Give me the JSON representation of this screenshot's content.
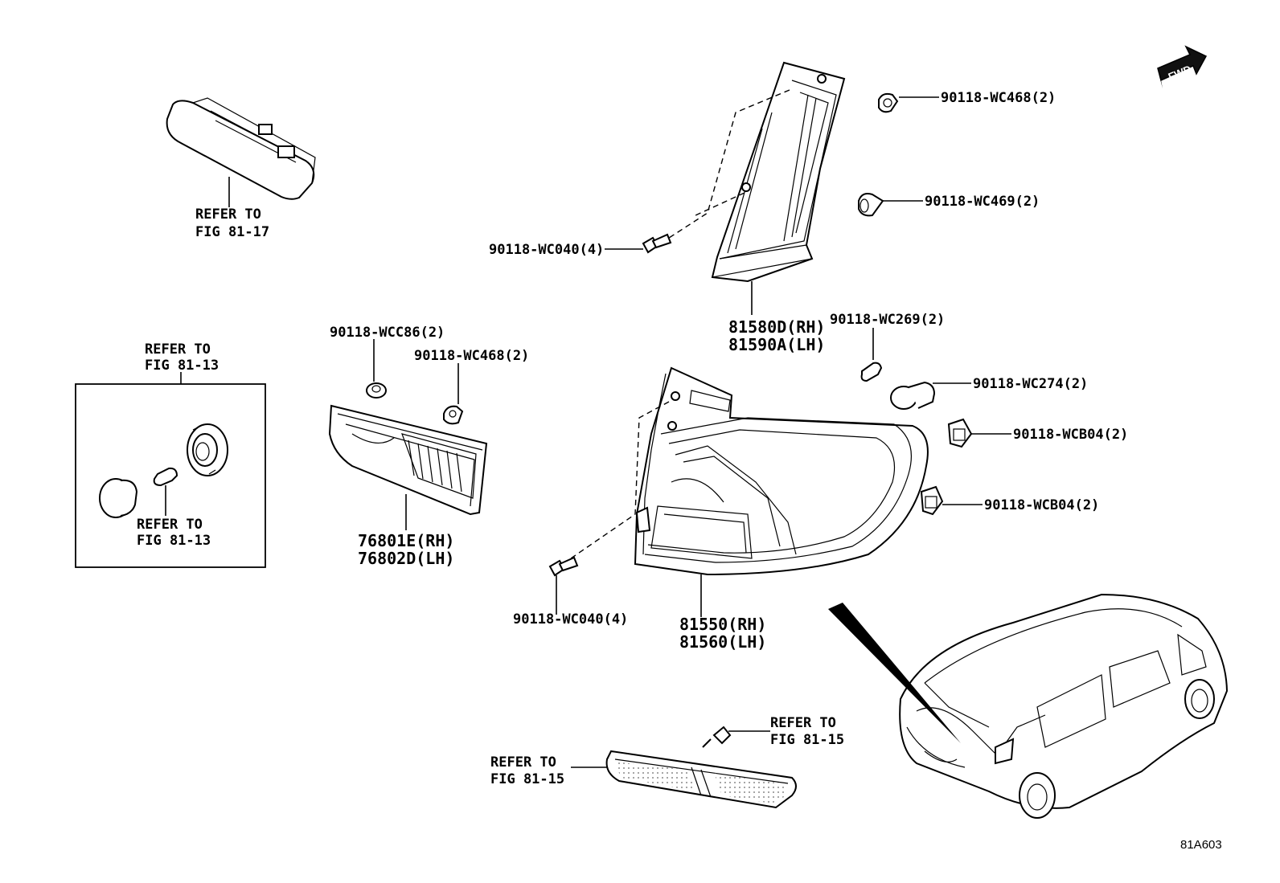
{
  "diagram": {
    "drawing_code": "81A603",
    "fwd_label": "FWD",
    "labels": {
      "refer_fig_81_17_a": "REFER TO",
      "refer_fig_81_17_b": "FIG 81-17",
      "refer_fig_81_13_box_a": "REFER TO",
      "refer_fig_81_13_box_b": "FIG 81-13",
      "refer_fig_81_13_bulb_a": "REFER TO",
      "refer_fig_81_13_bulb_b": "FIG 81-13",
      "refer_fig_81_15_screw_a": "REFER TO",
      "refer_fig_81_15_screw_b": "FIG 81-15",
      "refer_fig_81_15_refl_a": "REFER TO",
      "refer_fig_81_15_refl_b": "FIG 81-15",
      "p_wc468_top": "90118-WC468(2)",
      "p_wc469": "90118-WC469(2)",
      "p_wc040_top": "90118-WC040(4)",
      "p_81580d": "81580D(RH)",
      "p_81590a": "81590A(LH)",
      "p_wc269": "90118-WC269(2)",
      "p_wc274": "90118-WC274(2)",
      "p_wcb04_a": "90118-WCB04(2)",
      "p_wcb04_b": "90118-WCB04(2)",
      "p_wcc86": "90118-WCC86(2)",
      "p_wc468_mid": "90118-WC468(2)",
      "p_76801e": "76801E(RH)",
      "p_76802d": "76802D(LH)",
      "p_wc040_bot": "90118-WC040(4)",
      "p_81550": "81550(RH)",
      "p_81560": "81560(LH)"
    }
  }
}
